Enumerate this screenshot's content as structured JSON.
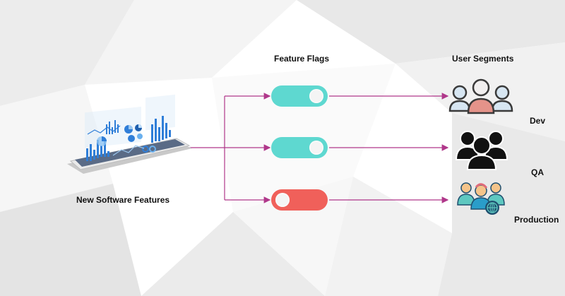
{
  "source_label": "New Software Features",
  "headers": {
    "flags": "Feature Flags",
    "segments": "User Segments"
  },
  "flags": [
    {
      "state": "on",
      "color": "#5ed8d0"
    },
    {
      "state": "on",
      "color": "#5ed8d0"
    },
    {
      "state": "off",
      "color": "#f0605a"
    }
  ],
  "segments": [
    {
      "label": "Dev",
      "icon": "user-group-outline-icon"
    },
    {
      "label": "QA",
      "icon": "user-group-solid-icon"
    },
    {
      "label": "Production",
      "icon": "user-group-globe-icon"
    }
  ],
  "colors": {
    "connector": "#b0378a",
    "toggle_on": "#5ed8d0",
    "toggle_off": "#f0605a",
    "knob": "#f4f4f4"
  }
}
